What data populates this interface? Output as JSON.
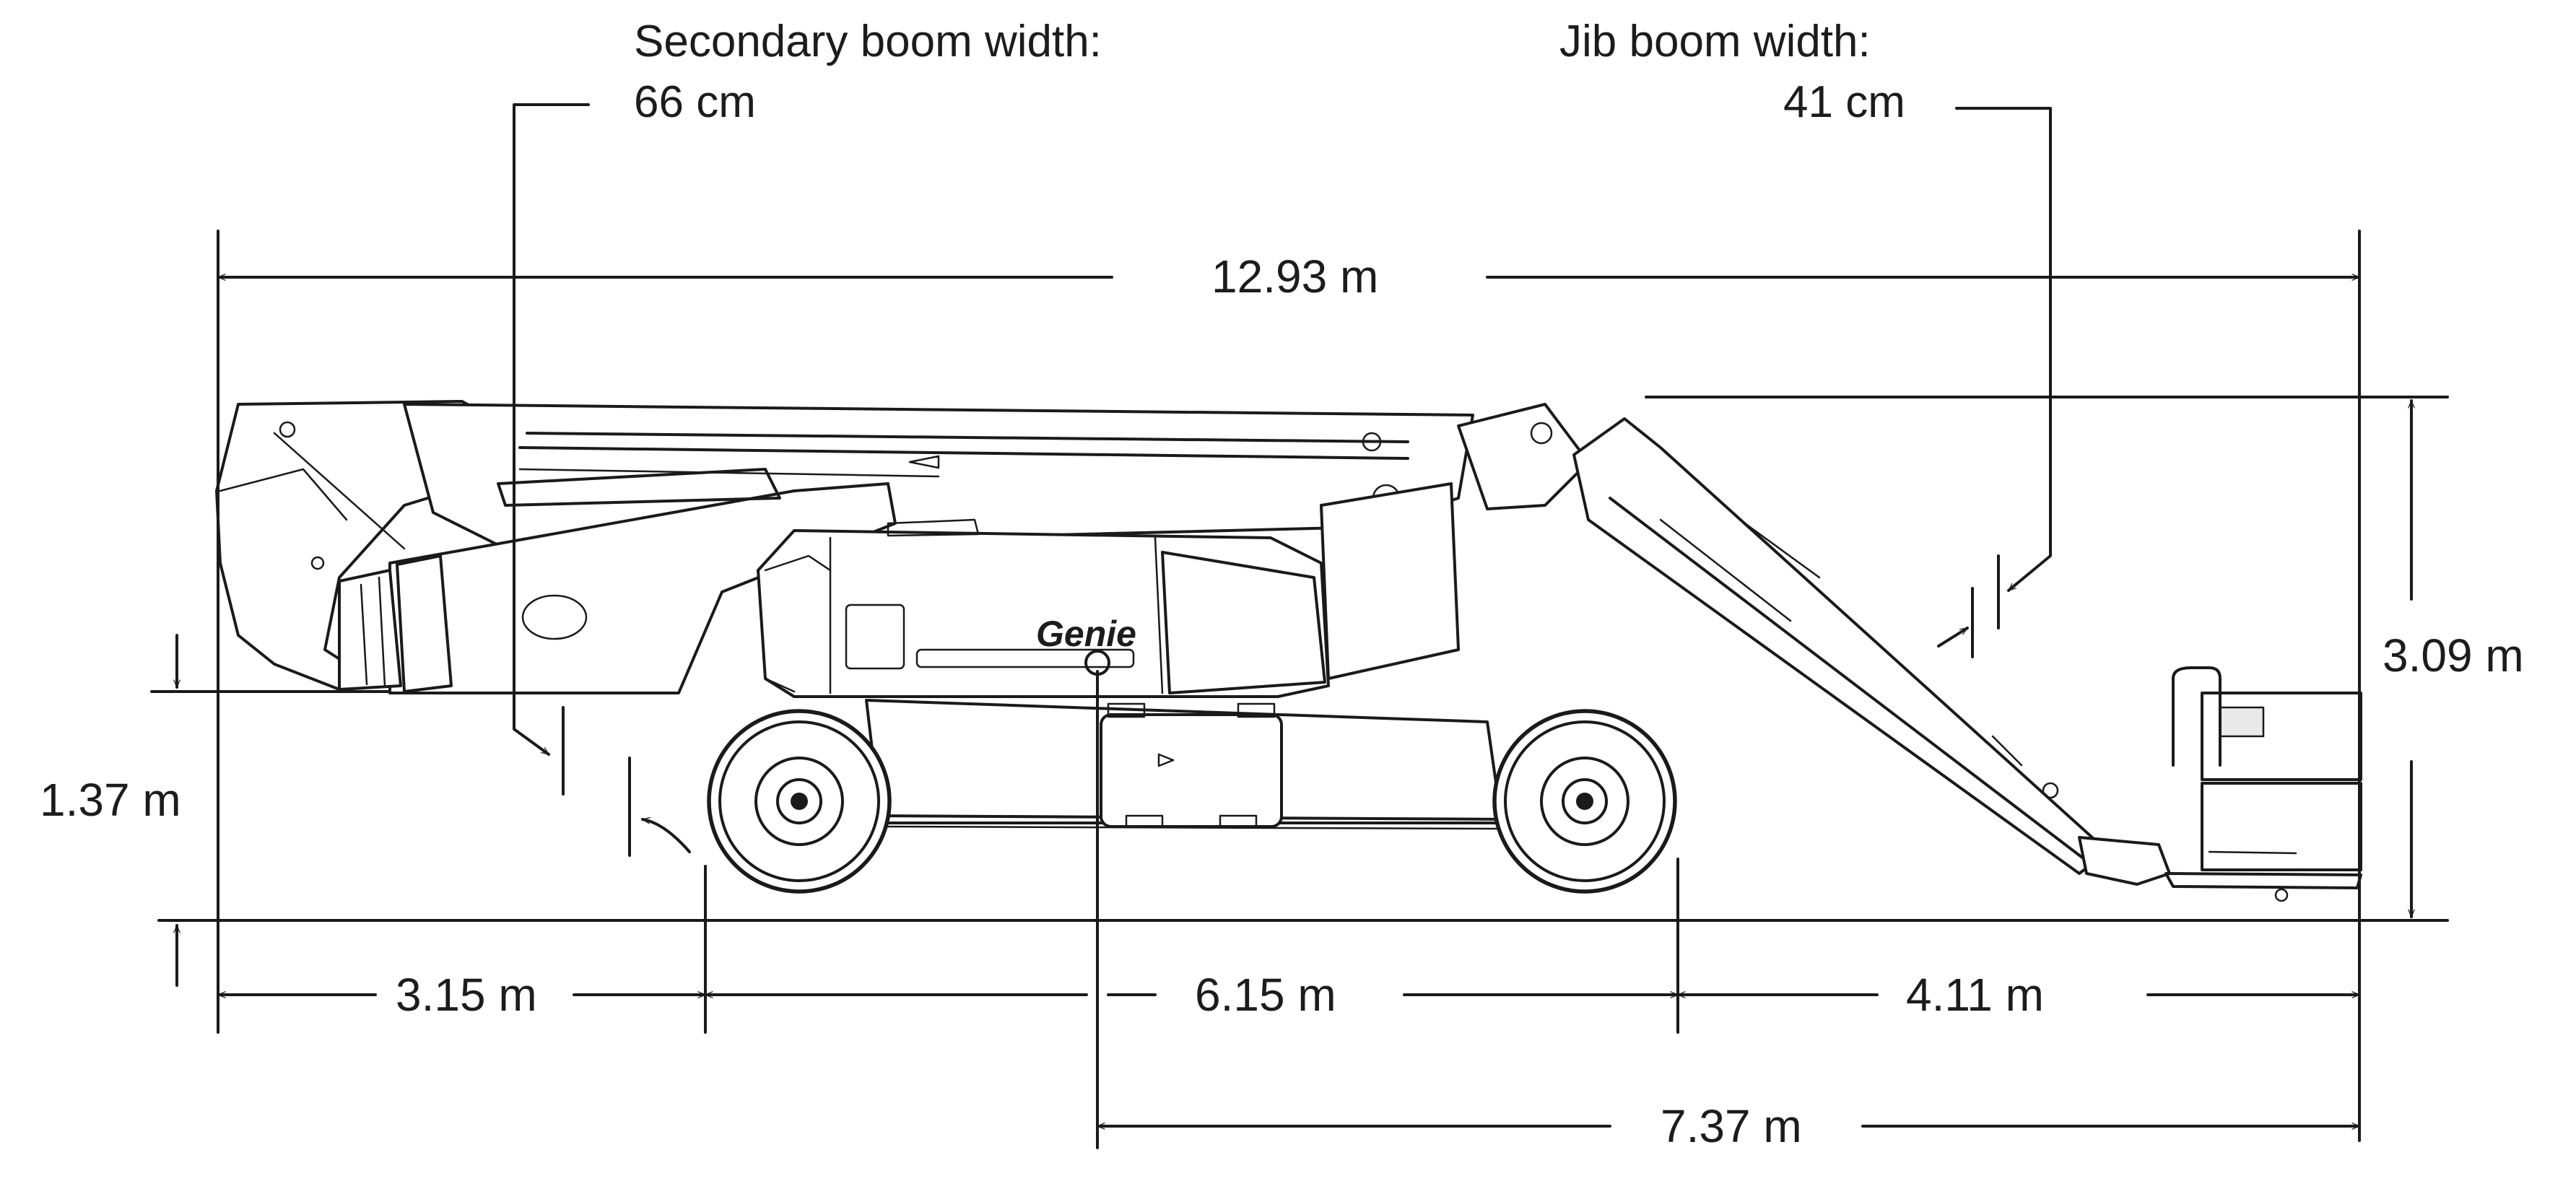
{
  "annotations": {
    "secondary_boom": {
      "title": "Secondary boom width:",
      "value": "66 cm"
    },
    "jib_boom": {
      "title": "Jib boom width:",
      "value": "41 cm"
    }
  },
  "dimensions": {
    "overall_length": "12.93 m",
    "stowed_height": "3.09 m",
    "ground_clearance_height": "1.37 m",
    "rear_overhang": "3.15 m",
    "wheelbase": "6.15 m",
    "front_overhang": "4.11 m",
    "center_to_front": "7.37 m"
  },
  "brand": {
    "logo_text": "Genie"
  },
  "colors": {
    "line": "#1a1a1a",
    "background": "#ffffff",
    "panel": "#e9e9e9"
  }
}
